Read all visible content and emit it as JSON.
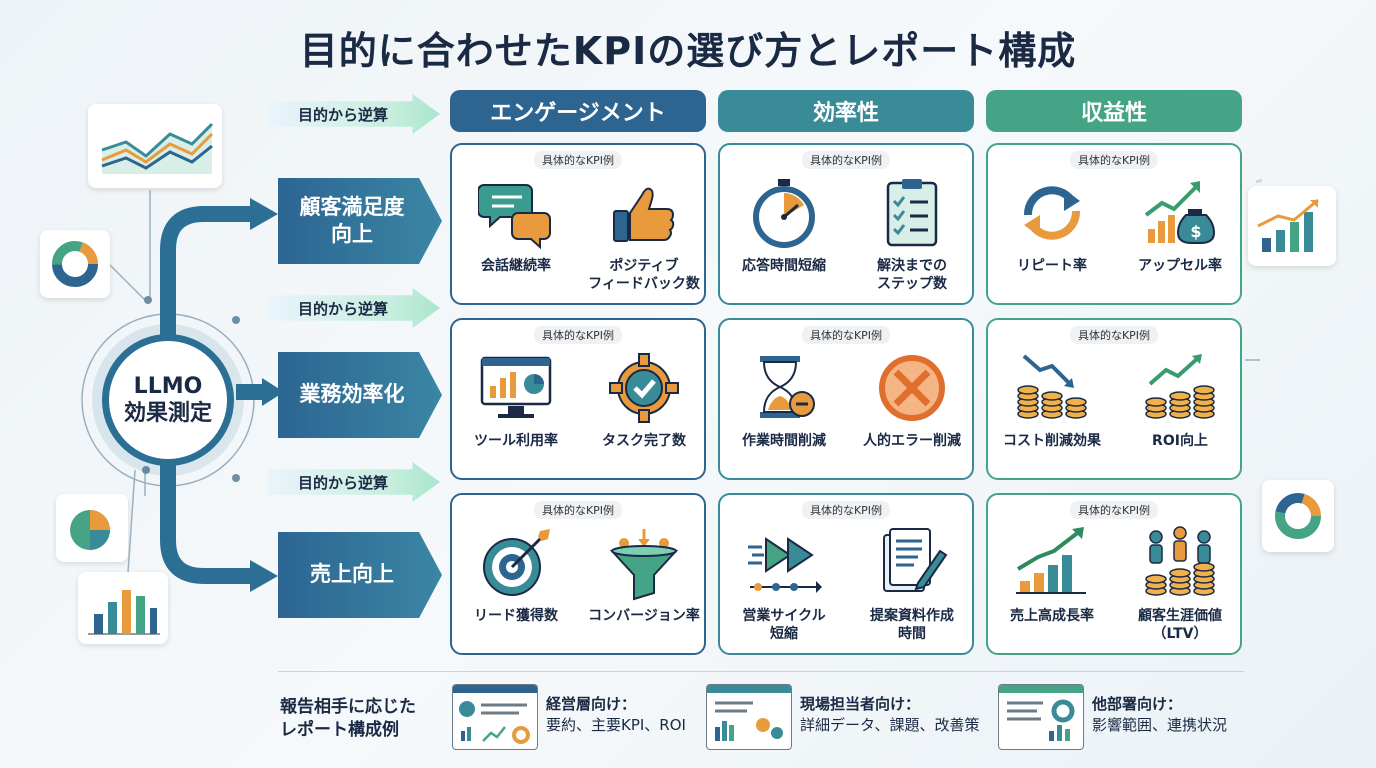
{
  "title": "目的に合わせたKPIの選び方とレポート構成",
  "hub": {
    "line1": "LLMO",
    "line2": "効果測定"
  },
  "goals": [
    {
      "label": "顧客満足度\n向上"
    },
    {
      "label": "業務効率化"
    },
    {
      "label": "売上向上"
    }
  ],
  "back_label": "目的から逆算",
  "columns": [
    {
      "label": "エンゲージメント",
      "color": "#2e6490"
    },
    {
      "label": "効率性",
      "color": "#3a8b98"
    },
    {
      "label": "収益性",
      "color": "#46a486"
    }
  ],
  "badge": "具体的なKPI例",
  "cards": [
    [
      [
        {
          "label": "会話継続率",
          "icon": "chat-bubbles-icon"
        },
        {
          "label": "ポジティブ\nフィードバック数",
          "icon": "thumbs-up-icon"
        }
      ],
      [
        {
          "label": "応答時間短縮",
          "icon": "stopwatch-icon"
        },
        {
          "label": "解決までの\nステップ数",
          "icon": "checklist-clipboard-icon"
        }
      ],
      [
        {
          "label": "リピート率",
          "icon": "repeat-arrows-icon"
        },
        {
          "label": "アップセル率",
          "icon": "growth-moneybag-icon"
        }
      ]
    ],
    [
      [
        {
          "label": "ツール利用率",
          "icon": "dashboard-monitor-icon"
        },
        {
          "label": "タスク完了数",
          "icon": "gear-check-icon"
        }
      ],
      [
        {
          "label": "作業時間削減",
          "icon": "hourglass-icon"
        },
        {
          "label": "人的エラー削減",
          "icon": "no-error-icon"
        }
      ],
      [
        {
          "label": "コスト削減効果",
          "icon": "coins-down-icon"
        },
        {
          "label": "ROI向上",
          "icon": "coins-up-icon"
        }
      ]
    ],
    [
      [
        {
          "label": "リード獲得数",
          "icon": "target-icon"
        },
        {
          "label": "コンバージョン率",
          "icon": "funnel-icon"
        }
      ],
      [
        {
          "label": "営業サイクル\n短縮",
          "icon": "fast-forward-icon"
        },
        {
          "label": "提案資料作成\n時間",
          "icon": "document-pen-icon"
        }
      ],
      [
        {
          "label": "売上高成長率",
          "icon": "growth-bars-icon"
        },
        {
          "label": "顧客生涯価値\n（LTV）",
          "icon": "customers-coins-icon"
        }
      ]
    ]
  ],
  "report": {
    "title": "報告相手に応じた\nレポート構成例",
    "items": [
      {
        "title": "経営層向け：",
        "detail": "要約、主要KPI、ROI"
      },
      {
        "title": "現場担当者向け：",
        "detail": "詳細データ、課題、改善策"
      },
      {
        "title": "他部署向け：",
        "detail": "影響範囲、連携状況"
      }
    ]
  }
}
